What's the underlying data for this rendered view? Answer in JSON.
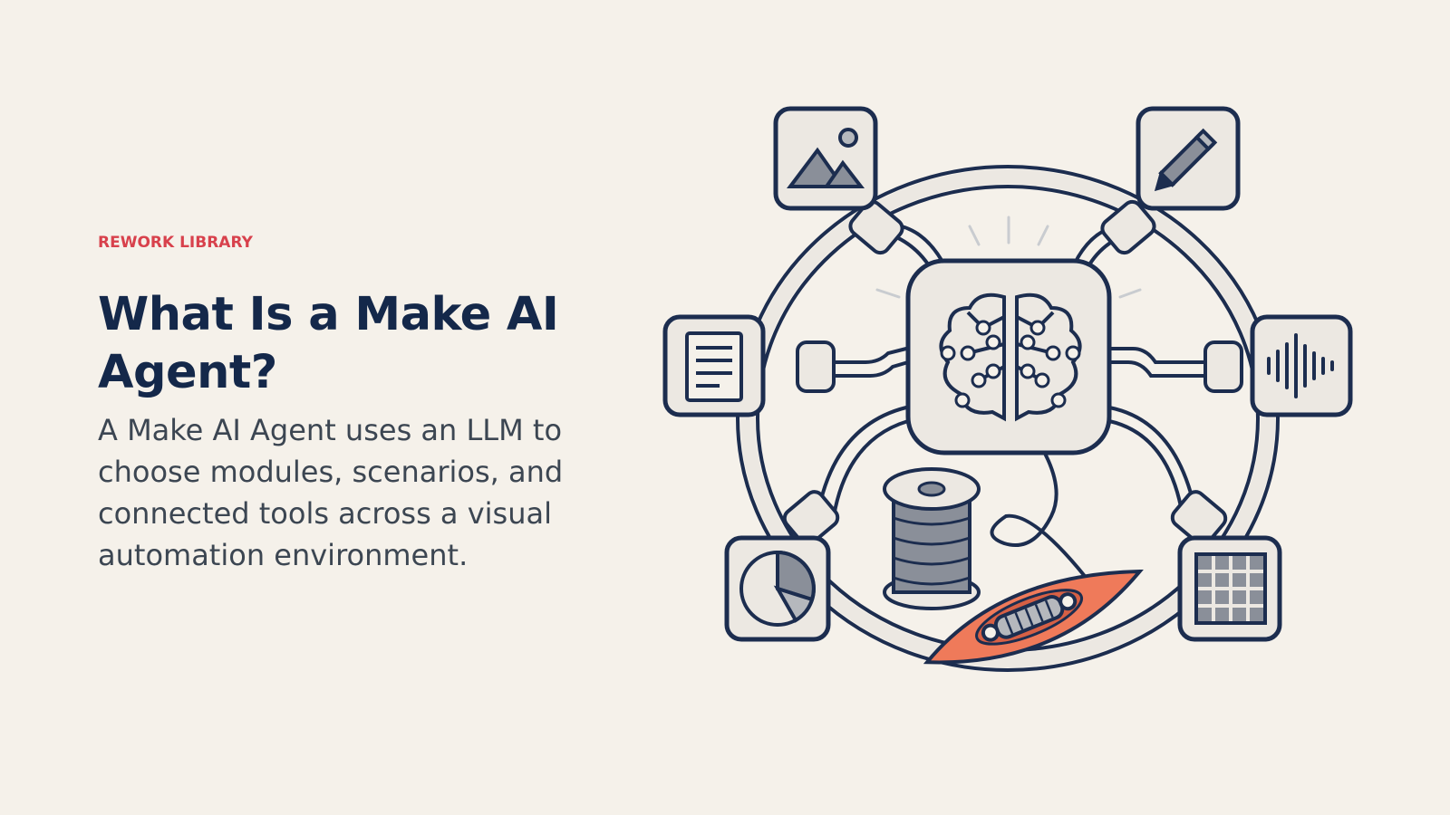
{
  "header": {
    "eyebrow": "REWORK LIBRARY",
    "title": "What Is a Make AI Agent?",
    "description": "A Make AI Agent uses an LLM to choose modules, scenarios, and connected tools across a visual automation environment."
  },
  "colors": {
    "background": "#f5f1ea",
    "accent": "#d8414c",
    "title": "#14284a",
    "body_text": "#3c4652",
    "outline": "#1c2d4f",
    "tile_fill": "#ece8e2",
    "shuttle": "#ef7a5a"
  },
  "illustration": {
    "center_icon": "brain-icon",
    "nodes": [
      "image-icon",
      "pencil-icon",
      "document-icon",
      "audio-waveform-icon",
      "pie-chart-icon",
      "grid-table-icon"
    ],
    "extras": [
      "thread-spool-icon",
      "weaving-shuttle-icon"
    ]
  }
}
